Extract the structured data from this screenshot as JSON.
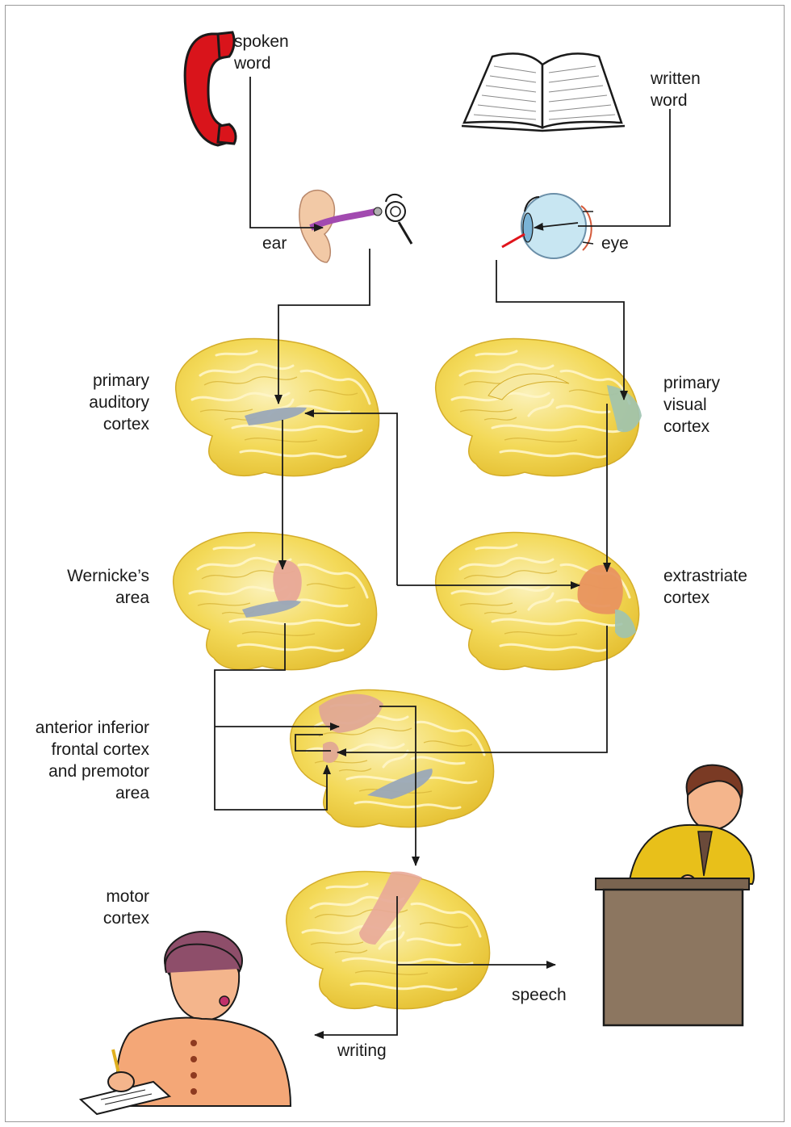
{
  "labels": {
    "spoken_word": "spoken\nword",
    "written_word": "written\nword",
    "ear": "ear",
    "eye": "eye",
    "primary_auditory_cortex": "primary\nauditory\ncortex",
    "primary_visual_cortex": "primary\nvisual\ncortex",
    "wernickes_area": "Wernicke’s\narea",
    "extrastriate_cortex": "extrastriate\ncortex",
    "anterior_inferior_frontal": "anterior inferior\nfrontal cortex\nand premotor\narea",
    "motor_cortex": "motor\ncortex",
    "speech": "speech",
    "writing": "writing"
  },
  "colors": {
    "brain": "#f0d24a",
    "brain_light": "#f7e9a0",
    "auditory_region": "#9aa8b8",
    "wernicke_region": "#e8a898",
    "extrastriate_region": "#e8935f",
    "visual_region": "#9fc3b0",
    "frontal_region": "#e0a894",
    "telephone": "#d9141b",
    "arrow": "#1a1a1a"
  },
  "icons": [
    "telephone-icon",
    "open-book-icon",
    "ear-icon",
    "eye-icon",
    "writing-woman-icon",
    "speaker-at-podium-icon"
  ]
}
